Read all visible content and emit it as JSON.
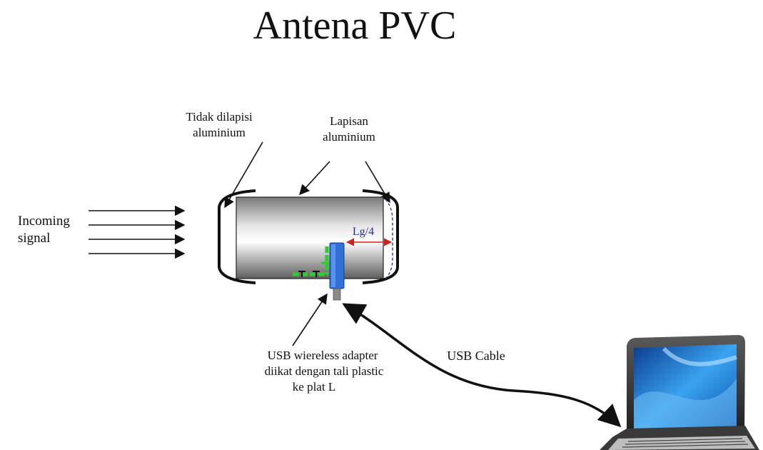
{
  "title": "Antena PVC",
  "labels": {
    "not_coated": [
      "Tidak dilapisi",
      "aluminium"
    ],
    "coated": [
      "Lapisan",
      "aluminium"
    ],
    "incoming": [
      "Incoming",
      "signal"
    ],
    "lg4": "Lg/4",
    "usb_adapter": [
      "USB wiereless adapter",
      "diikat dengan tali plastic",
      "ke plat L"
    ],
    "usb_cable": "USB Cable"
  },
  "colors": {
    "text": "#111111",
    "dimension_arrow": "#d02020",
    "lg4_text": "#1f2f8a",
    "usb_adapter": "#2f6fd6",
    "plate_l": "#2ecc2e",
    "laptop_screen": "#2a8fe0"
  },
  "icons": [
    "laptop-icon",
    "usb-adapter-icon",
    "arrow-icon"
  ]
}
